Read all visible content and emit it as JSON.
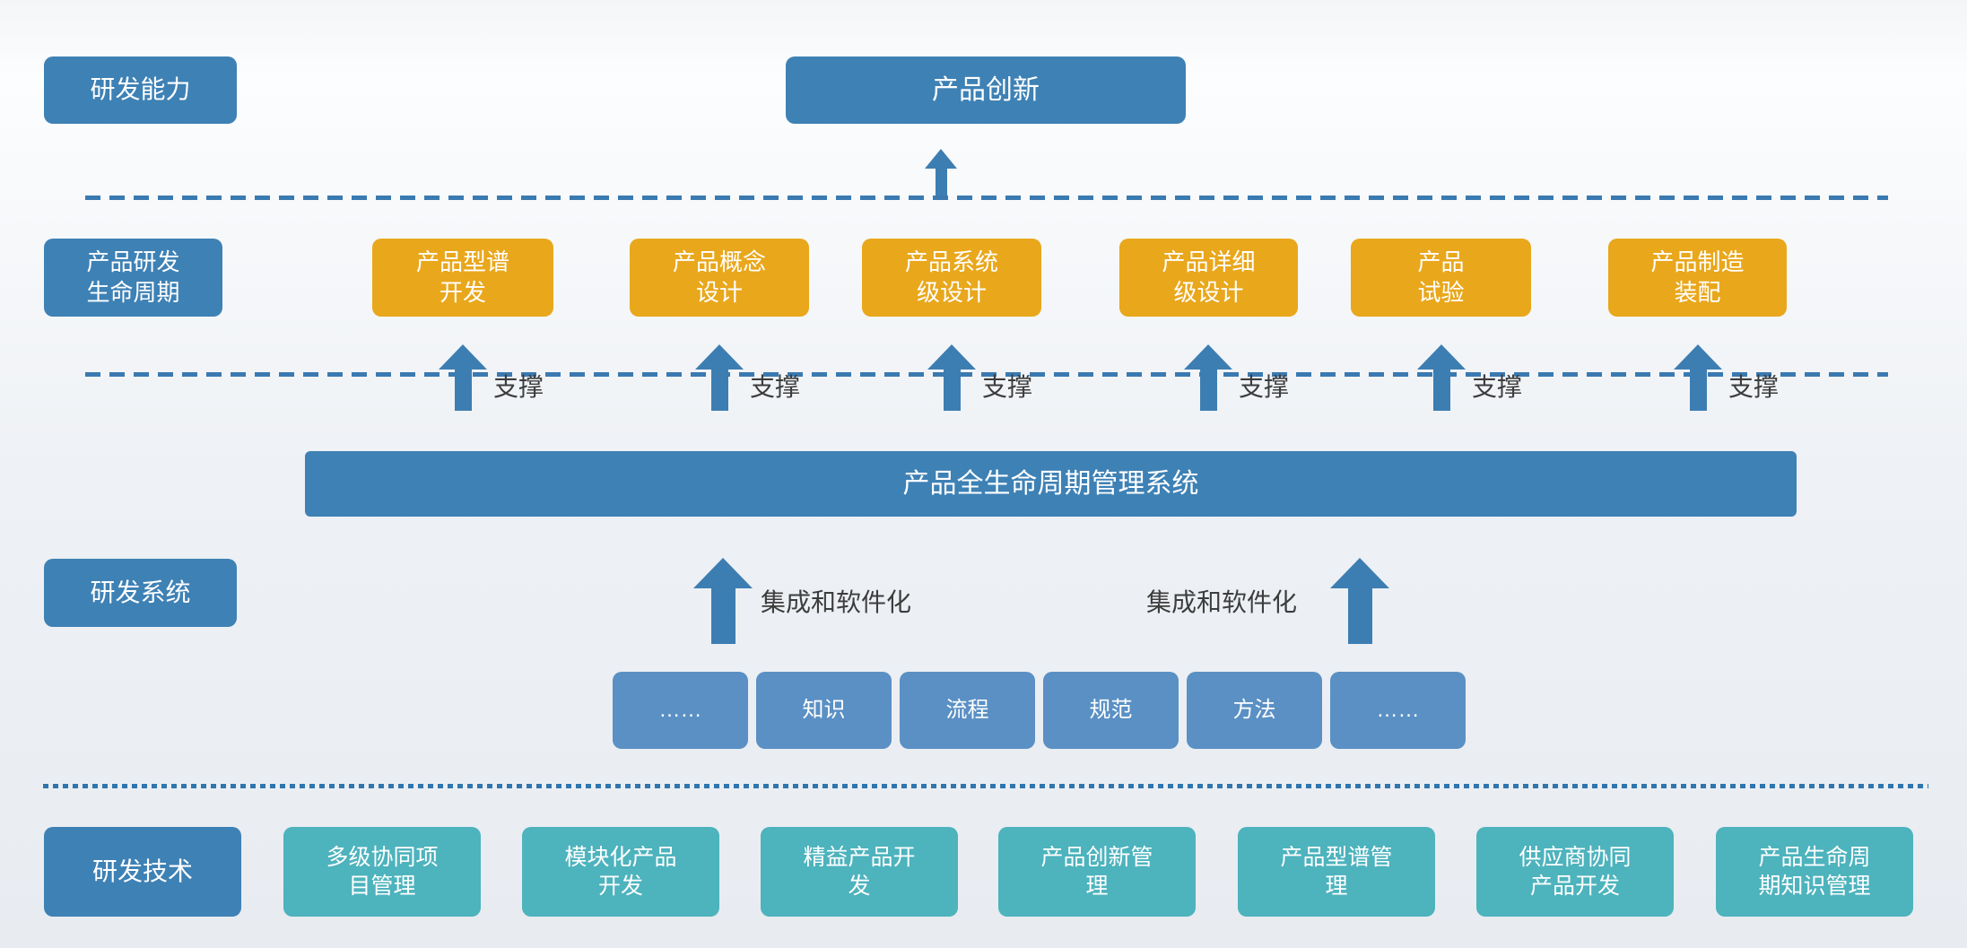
{
  "palette": {
    "steel_blue": "#3e81b5",
    "orange": "#e9a71c",
    "light_blue": "#5a90c4",
    "teal": "#4db3bd",
    "arrow_blue": "#3d7eb2",
    "separator_blue": "#3a7ab1",
    "annotation_text": "#3d3d3d",
    "background_top": "#fcfdfe",
    "background_bottom": "#e8ecf1"
  },
  "capability": {
    "label": "研发能力",
    "goal": "产品创新"
  },
  "lifecycle": {
    "label": "产品研发\n生命周期",
    "support_label": "支撑",
    "stages": [
      {
        "label": "产品型谱\n开发"
      },
      {
        "label": "产品概念\n设计"
      },
      {
        "label": "产品系统\n级设计"
      },
      {
        "label": "产品详细\n级设计"
      },
      {
        "label": "产品\n试验"
      },
      {
        "label": "产品制造\n装配"
      }
    ]
  },
  "system": {
    "label": "研发系统",
    "platform": "产品全生命周期管理系统",
    "integration_label_left": "集成和软件化",
    "integration_label_right": "集成和软件化",
    "components": [
      "……",
      "知识",
      "流程",
      "规范",
      "方法",
      "……"
    ]
  },
  "technology": {
    "label": "研发技术",
    "items": [
      {
        "label": "多级协同项\n目管理"
      },
      {
        "label": "模块化产品\n开发"
      },
      {
        "label": "精益产品开\n发"
      },
      {
        "label": "产品创新管\n理"
      },
      {
        "label": "产品型谱管\n理"
      },
      {
        "label": "供应商协同\n产品开发"
      },
      {
        "label": "产品生命周\n期知识管理"
      }
    ]
  }
}
